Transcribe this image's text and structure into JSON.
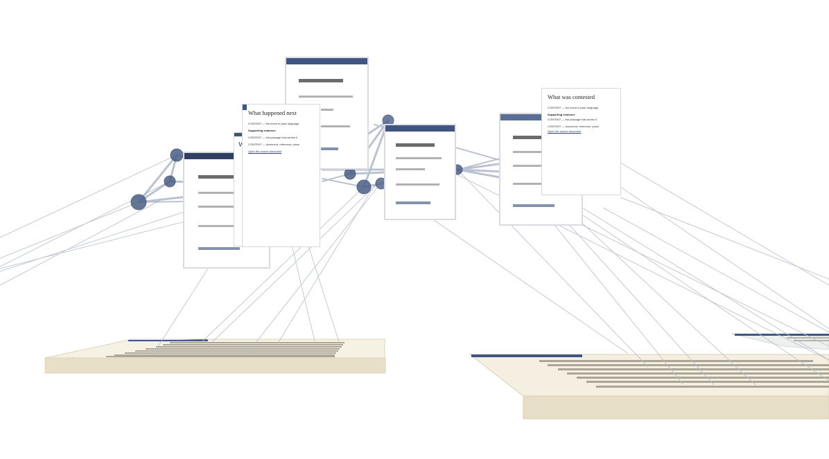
{
  "cards": {
    "next": {
      "title": "What happened next",
      "content_1": "CONTENT — the event in plain language",
      "supporting": "Supporting evidence",
      "content_2": "CONTENT — the passage that carries it",
      "content_3": "CONTENT — document, reference, place",
      "link": "Open the source document"
    },
    "contested": {
      "title": "What was contested",
      "content_1": "CONTENT — the event in plain language",
      "supporting": "Supporting evidence",
      "content_2": "CONTENT — the passage that carries it",
      "content_3": "CONTENT — document, reference, place",
      "link": "Open the source document"
    },
    "hidden_left": {
      "title_fragment": "W"
    }
  },
  "colors": {
    "node": "#4a5f86",
    "card_header": "#3f5684",
    "link_line": "#b9bfcc",
    "paper_top": "#f6f1e3",
    "paper_side": "#e6dec6"
  }
}
